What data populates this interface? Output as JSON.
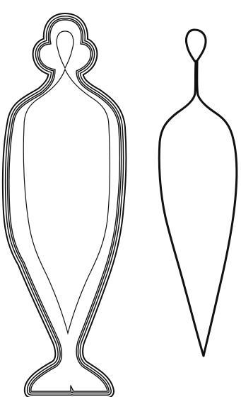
{
  "figures": [
    {
      "id": "left",
      "style": "concentric-outline",
      "stroke": "#111111",
      "ring_count": 4
    },
    {
      "id": "right",
      "style": "single-outline",
      "stroke": "#111111"
    }
  ],
  "colors": {
    "background": "#ffffff",
    "ink": "#111111"
  }
}
